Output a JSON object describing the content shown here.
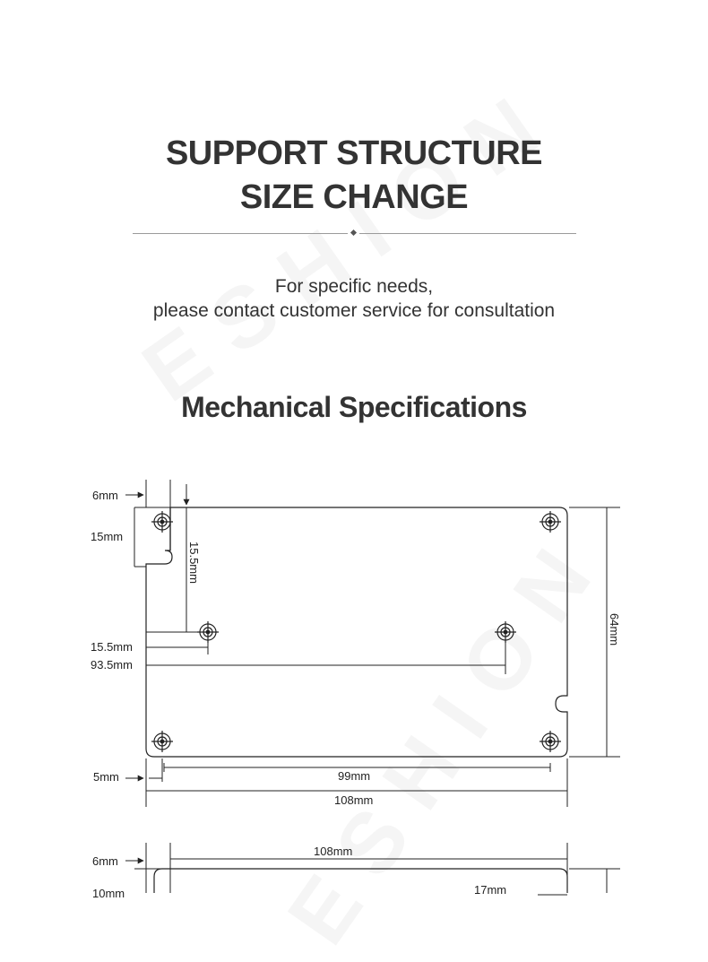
{
  "header": {
    "title_line1": "SUPPORT STRUCTURE",
    "title_line2": "SIZE CHANGE"
  },
  "subtitle": {
    "line1": "For specific needs,",
    "line2": "please contact customer service for consultation"
  },
  "section_title": "Mechanical Specifications",
  "watermark": {
    "text1": "ESHION",
    "text2": "ESHION"
  },
  "dimensions": {
    "top_left_tab_width": "6mm",
    "top_left_slot_height": "15mm",
    "hole_offset_vertical": "15.5mm",
    "hole_offset_horizontal": "15.5mm",
    "hole_spacing_horizontal": "93.5mm",
    "total_height": "64mm",
    "bottom_edge_offset": "5mm",
    "corner_hole_spacing": "99mm",
    "total_width": "108mm"
  },
  "second_drawing": {
    "total_width": "108mm",
    "tab_width": "6mm",
    "left_partial": "10mm",
    "right_partial": "17mm"
  },
  "colors": {
    "text": "#333333",
    "line": "#222222",
    "divider": "#9a9a9a"
  }
}
